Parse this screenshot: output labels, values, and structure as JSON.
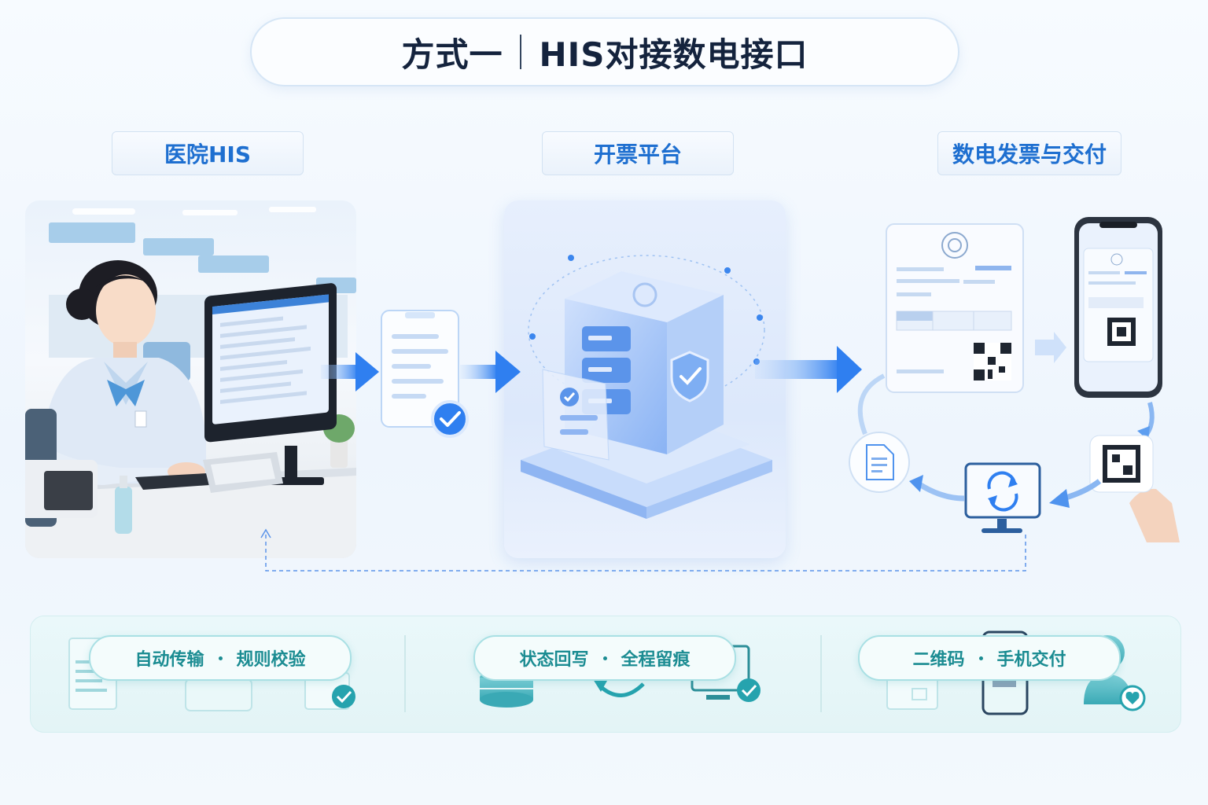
{
  "title": {
    "left": "方式一",
    "right": "HIS对接数电接口"
  },
  "sections": {
    "his": "医院HIS",
    "platform": "开票平台",
    "delivery": "数电发票与交付"
  },
  "features": [
    {
      "a": "自动传输",
      "b": "规则校验"
    },
    {
      "a": "状态回写",
      "b": "全程留痕"
    },
    {
      "a": "二维码",
      "b": "手机交付"
    }
  ],
  "icons": {
    "document": "document-icon",
    "check": "check-icon",
    "server": "server-icon",
    "shield": "shield-icon",
    "invoice": "invoice-icon",
    "qr": "qr-code-icon",
    "phone": "phone-icon",
    "sync": "sync-icon",
    "file": "file-icon",
    "user": "user-heart-icon"
  },
  "colors": {
    "primary": "#1e6fd0",
    "accent": "#2f8cf0",
    "teal": "#1b8c92"
  }
}
